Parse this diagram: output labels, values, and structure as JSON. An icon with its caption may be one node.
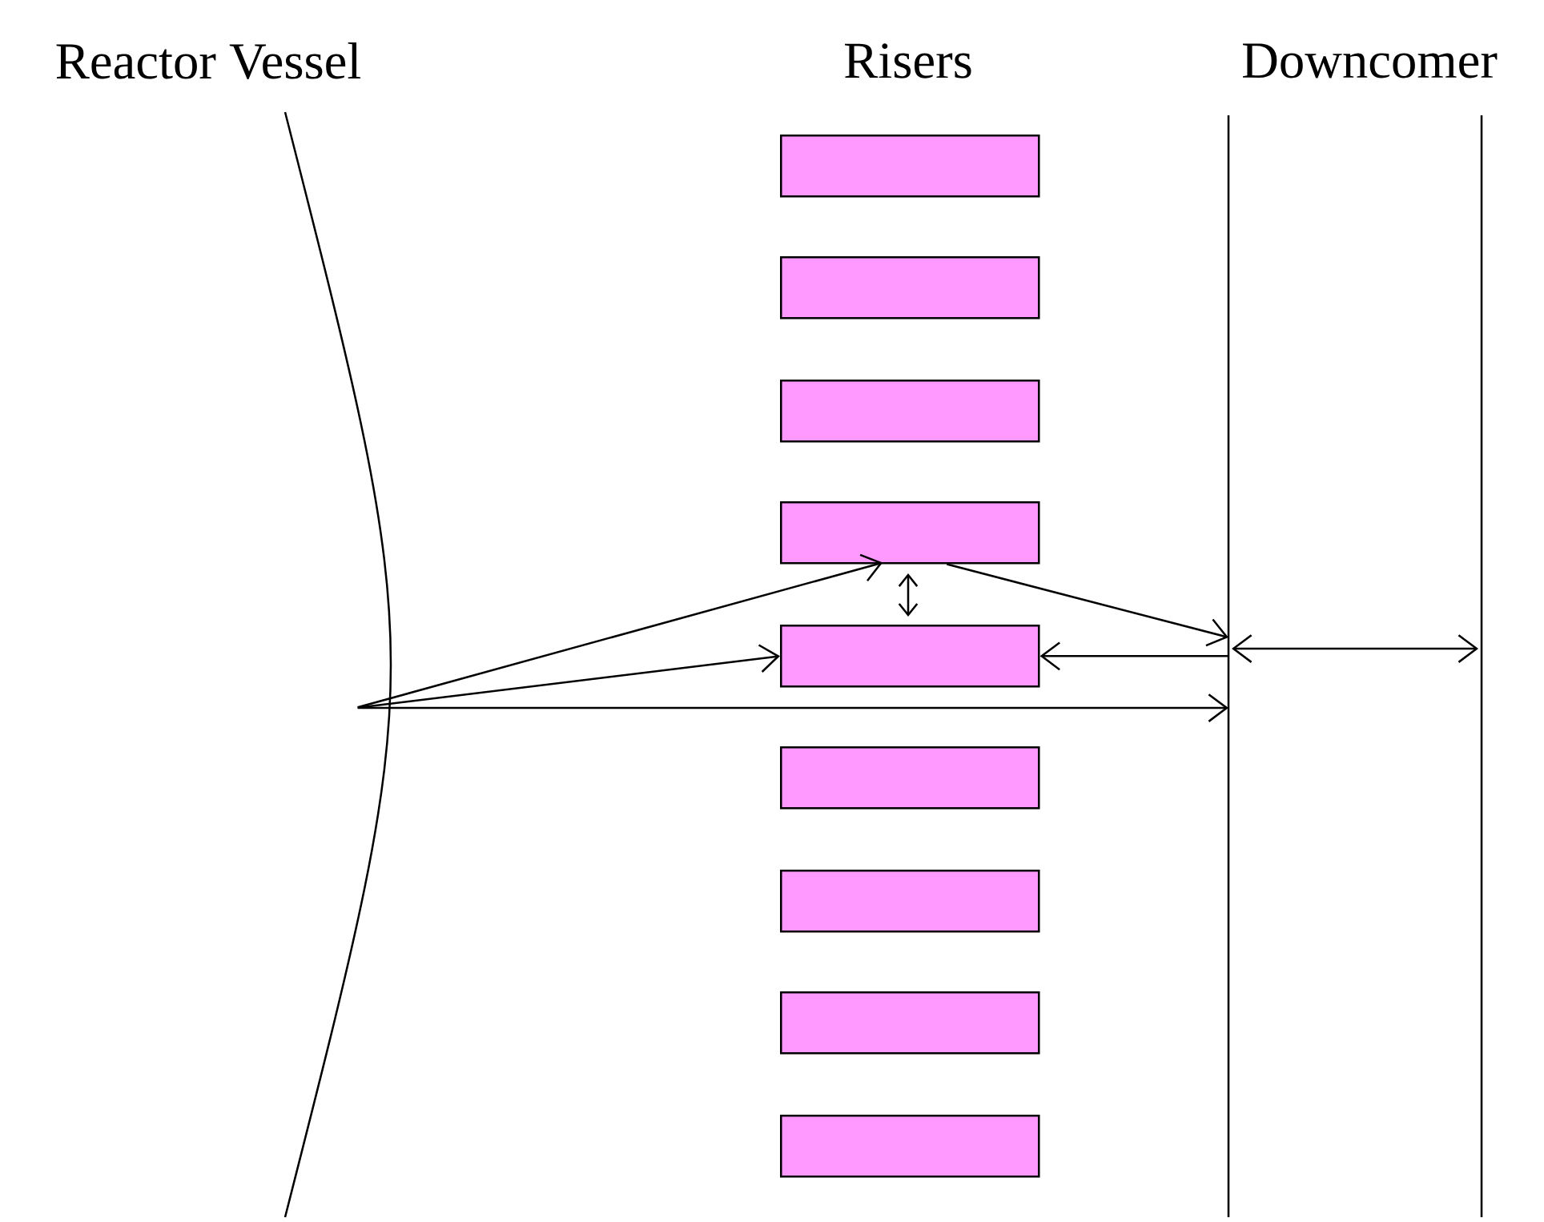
{
  "diagram": {
    "nodes": [
      {
        "text": [
          "Reactor Vessel"
        ]
      },
      {
        "text": [],
        "shape": "box"
      },
      {
        "text": [],
        "shape": "box"
      },
      {
        "text": [],
        "shape": "box"
      },
      {
        "text": [],
        "shape": "box"
      },
      {
        "text": [],
        "shape": "box"
      },
      {
        "text": [],
        "shape": "box"
      },
      {
        "text": [],
        "shape": "box"
      },
      {
        "text": [],
        "shape": "box"
      },
      {
        "text": [],
        "shape": "box"
      },
      {
        "text": [
          "Downcomer"
        ]
      }
    ],
    "edges": [
      {
        "from": 0,
        "to": 4,
        "arrow": "to"
      },
      {
        "from": 0,
        "to": 5,
        "arrow": "to"
      },
      {
        "from": 0,
        "to": 10,
        "arrow": "to"
      },
      {
        "from": 4,
        "to": 10,
        "arrow": "to"
      },
      {
        "from": 10,
        "to": 5,
        "arrow": "to"
      }
    ],
    "labels": [
      "Risers"
    ]
  }
}
